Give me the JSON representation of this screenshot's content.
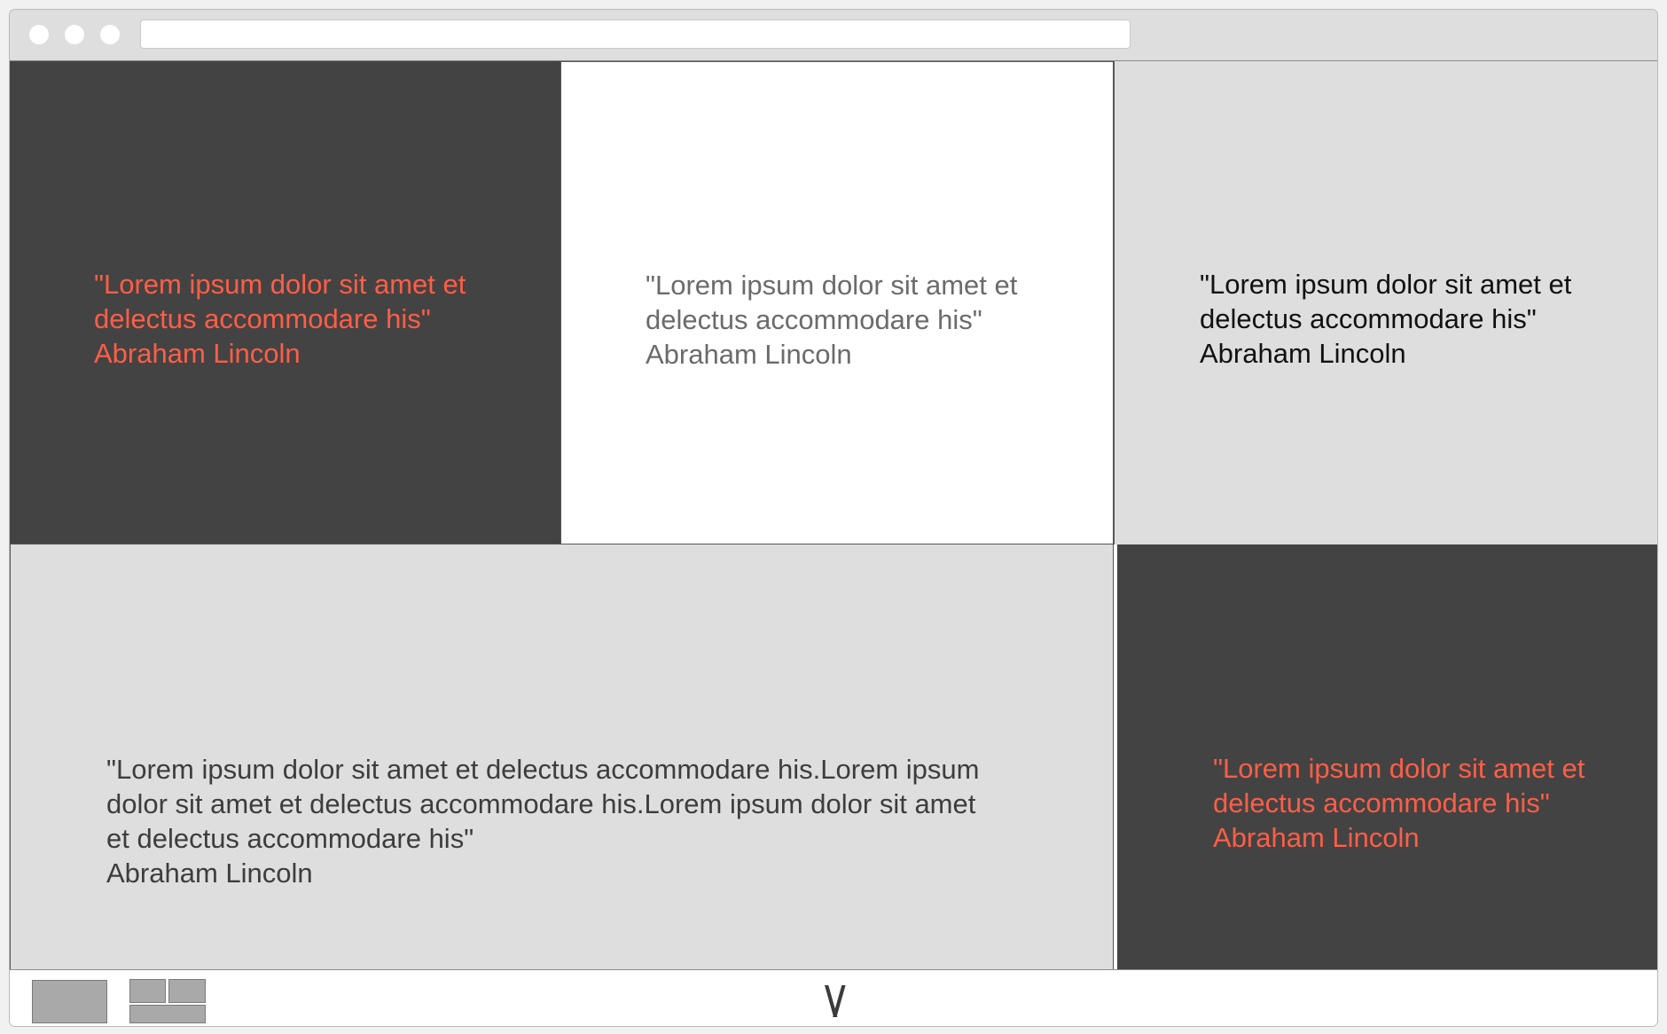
{
  "window": {
    "url": ""
  },
  "tiles": [
    {
      "quote": "\"Lorem ipsum dolor sit amet et delectus accommodare his\"",
      "author": "Abraham Lincoln",
      "style": "dark",
      "colors": {
        "background": "#434343",
        "text": "#ff5e47"
      }
    },
    {
      "quote": "\"Lorem ipsum dolor sit amet et delectus accommodare his\"",
      "author": "Abraham Lincoln",
      "style": "white",
      "colors": {
        "background": "#ffffff",
        "text": "#6b6b6b"
      }
    },
    {
      "quote": "\"Lorem ipsum dolor sit amet et delectus accommodare his\"",
      "author": "Abraham Lincoln",
      "style": "light",
      "colors": {
        "background": "#dedede",
        "text": "#111111"
      }
    },
    {
      "quote": "\"Lorem ipsum dolor sit amet et delectus accommodare his.Lorem ipsum dolor sit amet et delectus accommodare his.Lorem ipsum dolor sit amet et delectus accommodare his\"",
      "author": "Abraham Lincoln",
      "style": "light-wide",
      "colors": {
        "background": "#dedede",
        "text": "#3d3d3d"
      }
    },
    {
      "quote": "\"Lorem ipsum dolor sit amet et delectus accommodare his\"",
      "author": "Abraham Lincoln",
      "style": "dark",
      "colors": {
        "background": "#434343",
        "text": "#ff5e47"
      }
    }
  ],
  "footer": {
    "layout_options": [
      "single-layout-icon",
      "grid-layout-icon"
    ],
    "logo": "\\/"
  }
}
